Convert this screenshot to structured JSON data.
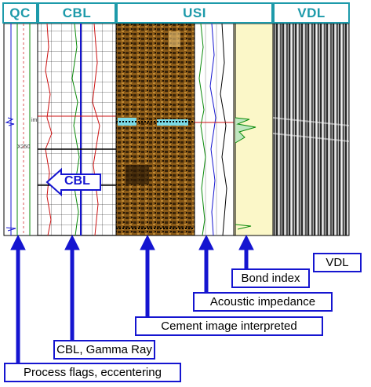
{
  "tracks": [
    {
      "id": "qc",
      "label": "QC"
    },
    {
      "id": "cbl",
      "label": "CBL"
    },
    {
      "id": "usi",
      "label": "USI"
    },
    {
      "id": "vdl",
      "label": "VDL"
    }
  ],
  "log_annotation": {
    "depth": "X250",
    "depth_top": "im"
  },
  "callout_cbl": "CBL",
  "labels": {
    "process_flags": "Process flags, eccentering",
    "cbl_gamma": "CBL, Gamma Ray",
    "cement_image": "Cement image interpreted",
    "acoustic_impedance": "Acoustic impedance",
    "bond_index": "Bond index",
    "vdl": "VDL"
  },
  "colors": {
    "header": "#1d9aaa",
    "arrow": "#1515d0",
    "bond_fill": "#fbf7c8"
  }
}
